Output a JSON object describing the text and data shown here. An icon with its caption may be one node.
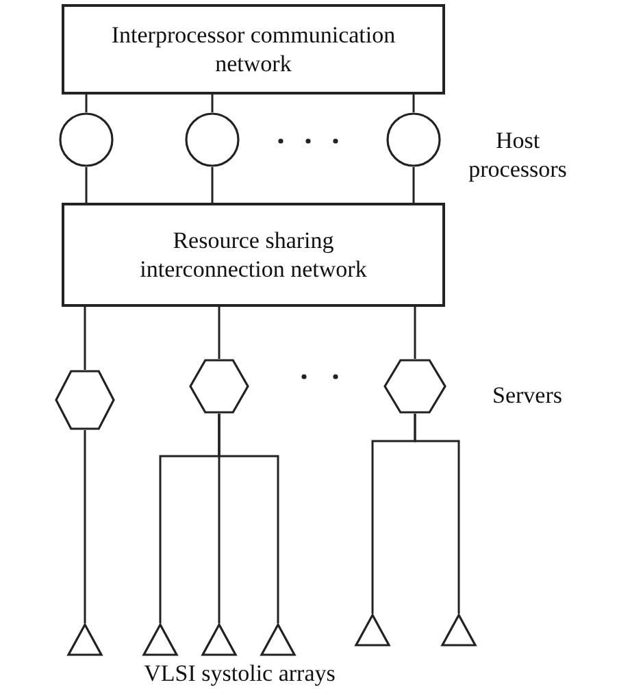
{
  "diagram": {
    "nodes": [
      {
        "text": [
          "Interprocessor communication network"
        ]
      },
      {
        "text": [],
        "shape": "circle"
      },
      {
        "text": [],
        "shape": "circle"
      },
      {
        "text": [],
        "shape": "circle"
      },
      {
        "text": [
          "Resource sharing interconnection network"
        ]
      },
      {
        "text": [],
        "shape": "hexagon"
      },
      {
        "text": [],
        "shape": "hexagon"
      },
      {
        "text": [],
        "shape": "hexagon"
      },
      {
        "text": [],
        "shape": "triangle"
      },
      {
        "text": [],
        "shape": "triangle"
      },
      {
        "text": [],
        "shape": "triangle"
      },
      {
        "text": [],
        "shape": "triangle"
      },
      {
        "text": [],
        "shape": "triangle"
      },
      {
        "text": [],
        "shape": "triangle"
      }
    ],
    "edges": [
      {
        "from": 0,
        "to": 1,
        "arrow": "none"
      },
      {
        "from": 0,
        "to": 2,
        "arrow": "none"
      },
      {
        "from": 0,
        "to": 3,
        "arrow": "none"
      },
      {
        "from": 1,
        "to": 4,
        "arrow": "none"
      },
      {
        "from": 2,
        "to": 4,
        "arrow": "none"
      },
      {
        "from": 3,
        "to": 4,
        "arrow": "none"
      },
      {
        "from": 4,
        "to": 5,
        "arrow": "none"
      },
      {
        "from": 4,
        "to": 6,
        "arrow": "none"
      },
      {
        "from": 4,
        "to": 7,
        "arrow": "none"
      },
      {
        "from": 5,
        "to": 8,
        "arrow": "none"
      },
      {
        "from": 6,
        "to": 9,
        "arrow": "none"
      },
      {
        "from": 6,
        "to": 10,
        "arrow": "none"
      },
      {
        "from": 6,
        "to": 11,
        "arrow": "none"
      },
      {
        "from": 7,
        "to": 12,
        "arrow": "none"
      },
      {
        "from": 7,
        "to": 13,
        "arrow": "none"
      }
    ],
    "labels": [
      "Host processors",
      "Servers",
      "VLSI systolic arrays"
    ]
  }
}
